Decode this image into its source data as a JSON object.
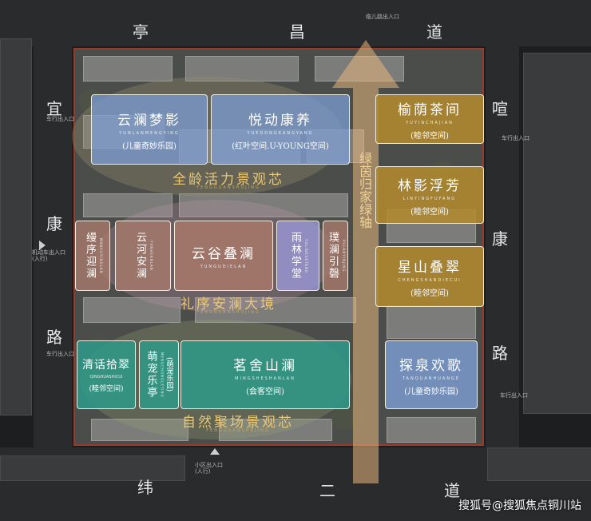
{
  "colors": {
    "blue": "#7da0d8",
    "brown": "#a8796b",
    "lilac": "#9b98d8",
    "teal": "#2e9a8a",
    "gold": "#b08a2e",
    "axis_arrow": "#e5b77a",
    "zone_text": "#e8c878"
  },
  "roads": {
    "north": [
      "亭",
      "昌",
      "道"
    ],
    "west": [
      "宜",
      "康",
      "路"
    ],
    "east": [
      "喧",
      "康",
      "路"
    ],
    "south": [
      "纬",
      "二",
      "道"
    ]
  },
  "entrances": {
    "north": "临儿路出入口",
    "west1": "车行出入口",
    "west2": "机动车出入口\n(入行)",
    "west3": "车行出入口",
    "east1": "车行出入口",
    "east2": "车行出入口",
    "south": "小区出入口\n(人行)"
  },
  "panels": {
    "yunlan_mengying": {
      "title": "云澜梦影",
      "pinyin": "YUNLANMENGYING",
      "sub": "(儿童奇妙乐园)"
    },
    "yuedong_kangtai": {
      "title": "悦动康养",
      "pinyin": "YUEDONGKANGYANG",
      "sub": "(红叶空间.U-YOUNG空间)"
    },
    "yuyin_chajian": {
      "title": "榆荫茶间",
      "pinyin": "YUYINCHAJIAN",
      "sub": "(睦邻空间)"
    },
    "linying_fufang": {
      "title": "林影浮芳",
      "pinyin": "LINYINGFUFANG",
      "sub": "(睦邻空间)"
    },
    "xingshan_dieci": {
      "title": "星山叠翠",
      "pinyin": "CHENGSHANDIECUI",
      "sub": "(睦邻空间)"
    },
    "manxu_yinglan": {
      "title": "缦序迎澜",
      "pinyin": "MANXUYINGLAN"
    },
    "yunhe_anlan": {
      "title": "云河安澜",
      "pinyin": "YUNHEANLAN"
    },
    "yungu_dielan": {
      "title": "云谷叠澜",
      "pinyin": "YUNGUDIELAN"
    },
    "yulin_xuetang": {
      "title": "雨林学堂",
      "pinyin": "YULINXUETANG"
    },
    "pulan_yinjing": {
      "title": "璞澜引磬",
      "pinyin": "PULANYINJING"
    },
    "qinghua_shicui": {
      "title": "清话拾翠",
      "pinyin": "QINGHUASHICUI",
      "sub": "(睦邻空间)"
    },
    "mengchong_leting": {
      "title": "萌宠乐亭",
      "pinyin": "MENGCHONGLETING",
      "sub": "(萌宠乐园)"
    },
    "mingshe_shanlan": {
      "title": "茗舍山澜",
      "pinyin": "MINGSHESHANLAN",
      "sub": "(会客空间)"
    },
    "tanquan_huange": {
      "title": "探泉欢歌",
      "pinyin": "TANQUANHUANGE",
      "sub": "(儿童奇妙乐园)"
    }
  },
  "zones": {
    "top": {
      "title": "全龄活力景观芯",
      "pinyin": "FENGGUANSHUJING"
    },
    "middle": {
      "title": "礼序安澜大境",
      "pinyin": "FENGGUANSHUJING"
    },
    "bottom": {
      "title": "自然聚场景观芯",
      "pinyin": "FENGGUANSHUJING"
    }
  },
  "axis": {
    "text": "绿茵归家绿轴"
  },
  "watermark": "搜狐号@搜狐焦点铜川站"
}
